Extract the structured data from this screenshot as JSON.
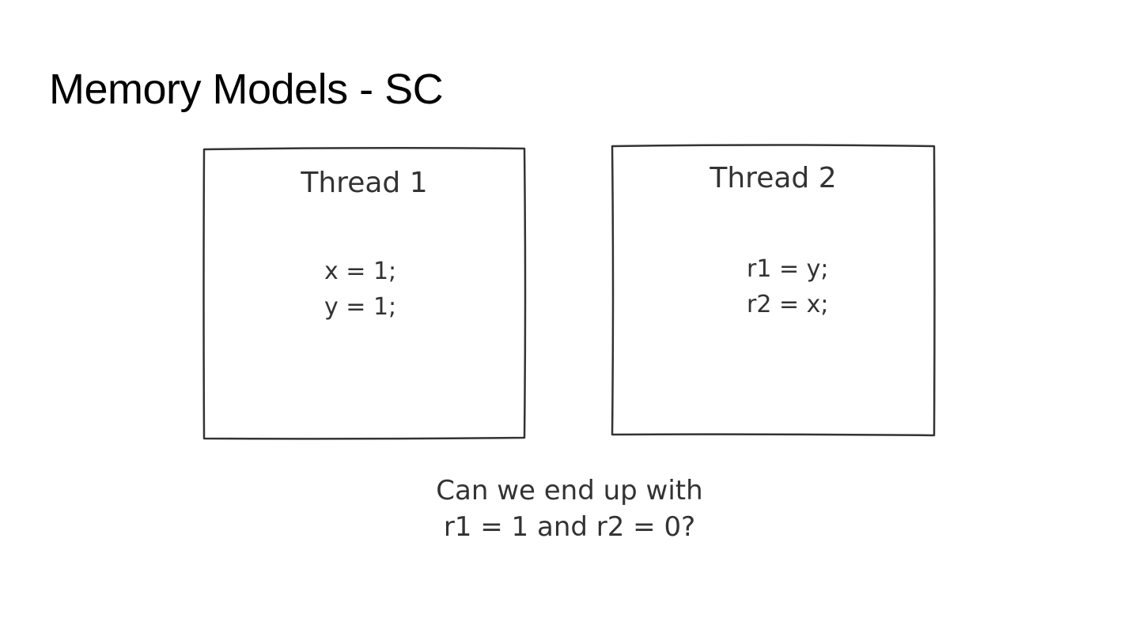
{
  "slide": {
    "title": "Memory Models - SC"
  },
  "threads": [
    {
      "heading": "Thread 1",
      "code": [
        "x = 1;",
        "y = 1;"
      ]
    },
    {
      "heading": "Thread 2",
      "code": [
        "r1 = y;",
        "r2 = x;"
      ]
    }
  ],
  "question": {
    "lines": [
      "Can we end up with",
      "r1 = 1 and r2 = 0?"
    ]
  },
  "colors": {
    "title": "#000000",
    "ink": "#333333",
    "background": "#ffffff"
  }
}
